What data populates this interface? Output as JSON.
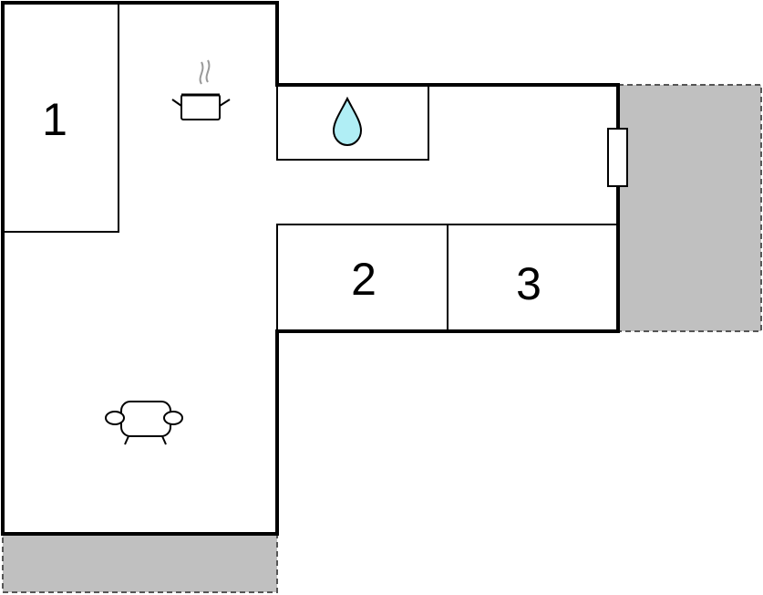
{
  "floorplan": {
    "rooms": {
      "bedroom_1": {
        "label": "1"
      },
      "bedroom_2": {
        "label": "2"
      },
      "bedroom_3": {
        "label": "3"
      }
    },
    "icons": {
      "kitchen": "cooking-pot-icon",
      "bathroom": "water-drop-icon",
      "living_room": "sofa-icon"
    },
    "colors": {
      "wall": "#000000",
      "terrace_fill": "#c0c0c0",
      "water_drop": "#b0eef5",
      "background": "#ffffff"
    }
  }
}
